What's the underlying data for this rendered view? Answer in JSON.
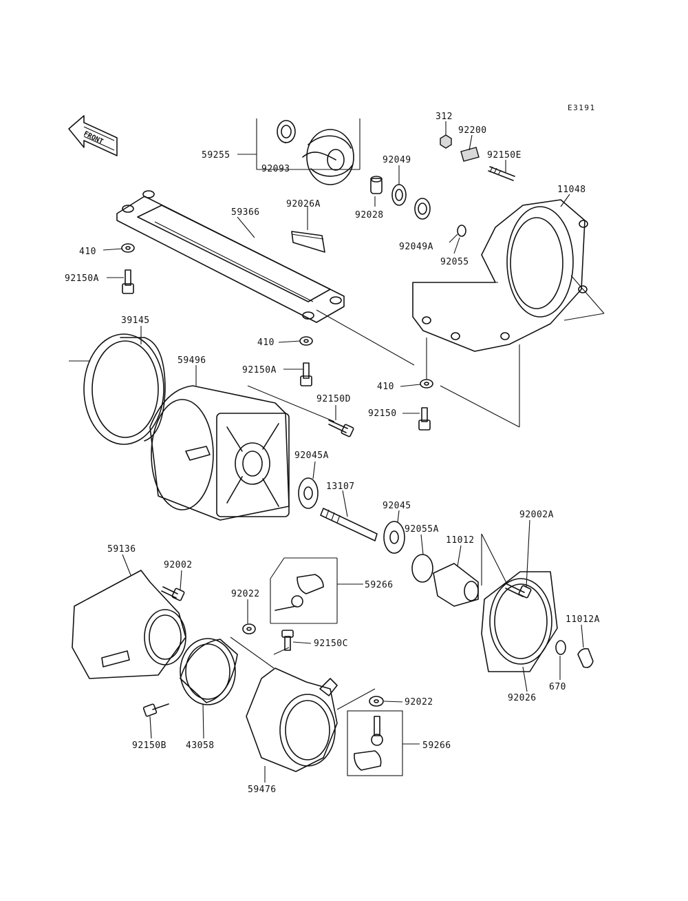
{
  "diagram": {
    "code": "E3191",
    "front_label": "FRONT",
    "callouts": {
      "p312": "312",
      "p92200": "92200",
      "p92150E": "92150E",
      "p11048": "11048",
      "p59255": "59255",
      "p92093": "92093",
      "p92049": "92049",
      "p92028": "92028",
      "p92026A": "92026A",
      "p59366": "59366",
      "p410a": "410",
      "p92150Aa": "92150A",
      "p92049A": "92049A",
      "p92055": "92055",
      "p39145": "39145",
      "p410b": "410",
      "p59496": "59496",
      "p92150Ab": "92150A",
      "p92150D": "92150D",
      "p410c": "410",
      "p92150": "92150",
      "p92045A": "92045A",
      "p13107": "13107",
      "p92045": "92045",
      "p92055A": "92055A",
      "p92002A": "92002A",
      "p11012": "11012",
      "p59136": "59136",
      "p92002": "92002",
      "p59266a": "59266",
      "p92022a": "92022",
      "p92150C": "92150C",
      "p11012A": "11012A",
      "p670": "670",
      "p92026": "92026",
      "p92022b": "92022",
      "p59266b": "59266",
      "p92150B": "92150B",
      "p43058": "43058",
      "p59476": "59476"
    }
  }
}
